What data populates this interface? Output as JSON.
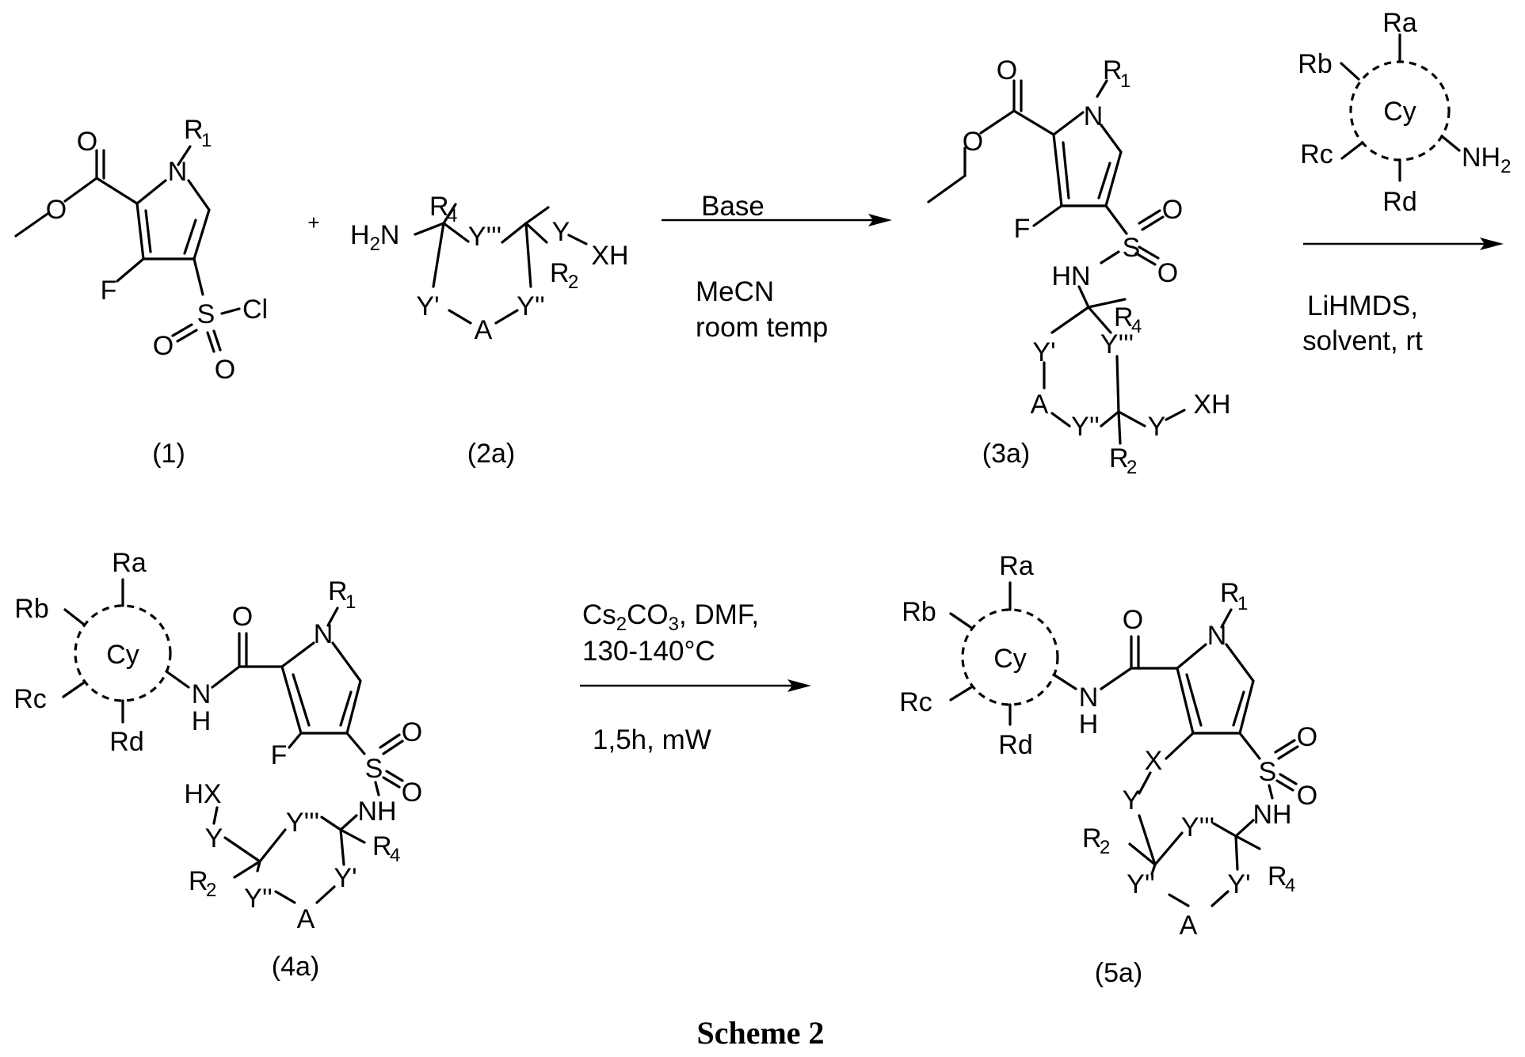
{
  "title": "Scheme 2",
  "compounds": {
    "c1": "(1)",
    "c2a": "(2a)",
    "c3a": "(3a)",
    "c4a": "(4a)",
    "c5a": "(5a)"
  },
  "plus": "+",
  "step1": {
    "above": "Base",
    "below_1": "MeCN",
    "below_2": "room temp"
  },
  "step2": {
    "below_1": "LiHMDS,",
    "below_2": "solvent, rt"
  },
  "step3": {
    "above_1a": "Cs",
    "above_1b": "2",
    "above_1c": "CO",
    "above_1d": "3",
    "above_1e": ", DMF,",
    "above_2": "130-140°C",
    "below": "1,5h, mW"
  },
  "atoms": {
    "O": "O",
    "N": "N",
    "F": "F",
    "S": "S",
    "Cl": "Cl",
    "R": "R",
    "one": "1",
    "two": "2",
    "four": "4",
    "H2N": "H",
    "NH": "NH",
    "HN": "HN",
    "H": "H",
    "XH": "XH",
    "HX": "HX",
    "X": "X",
    "Y": "Y",
    "Yp": "Y'",
    "Ypp": "Y''",
    "Yppp": "Y'''",
    "A": "A",
    "Ra": "Ra",
    "Rb": "Rb",
    "Rc": "Rc",
    "Rd": "Rd",
    "Cy": "Cy",
    "NH2": "NH"
  }
}
